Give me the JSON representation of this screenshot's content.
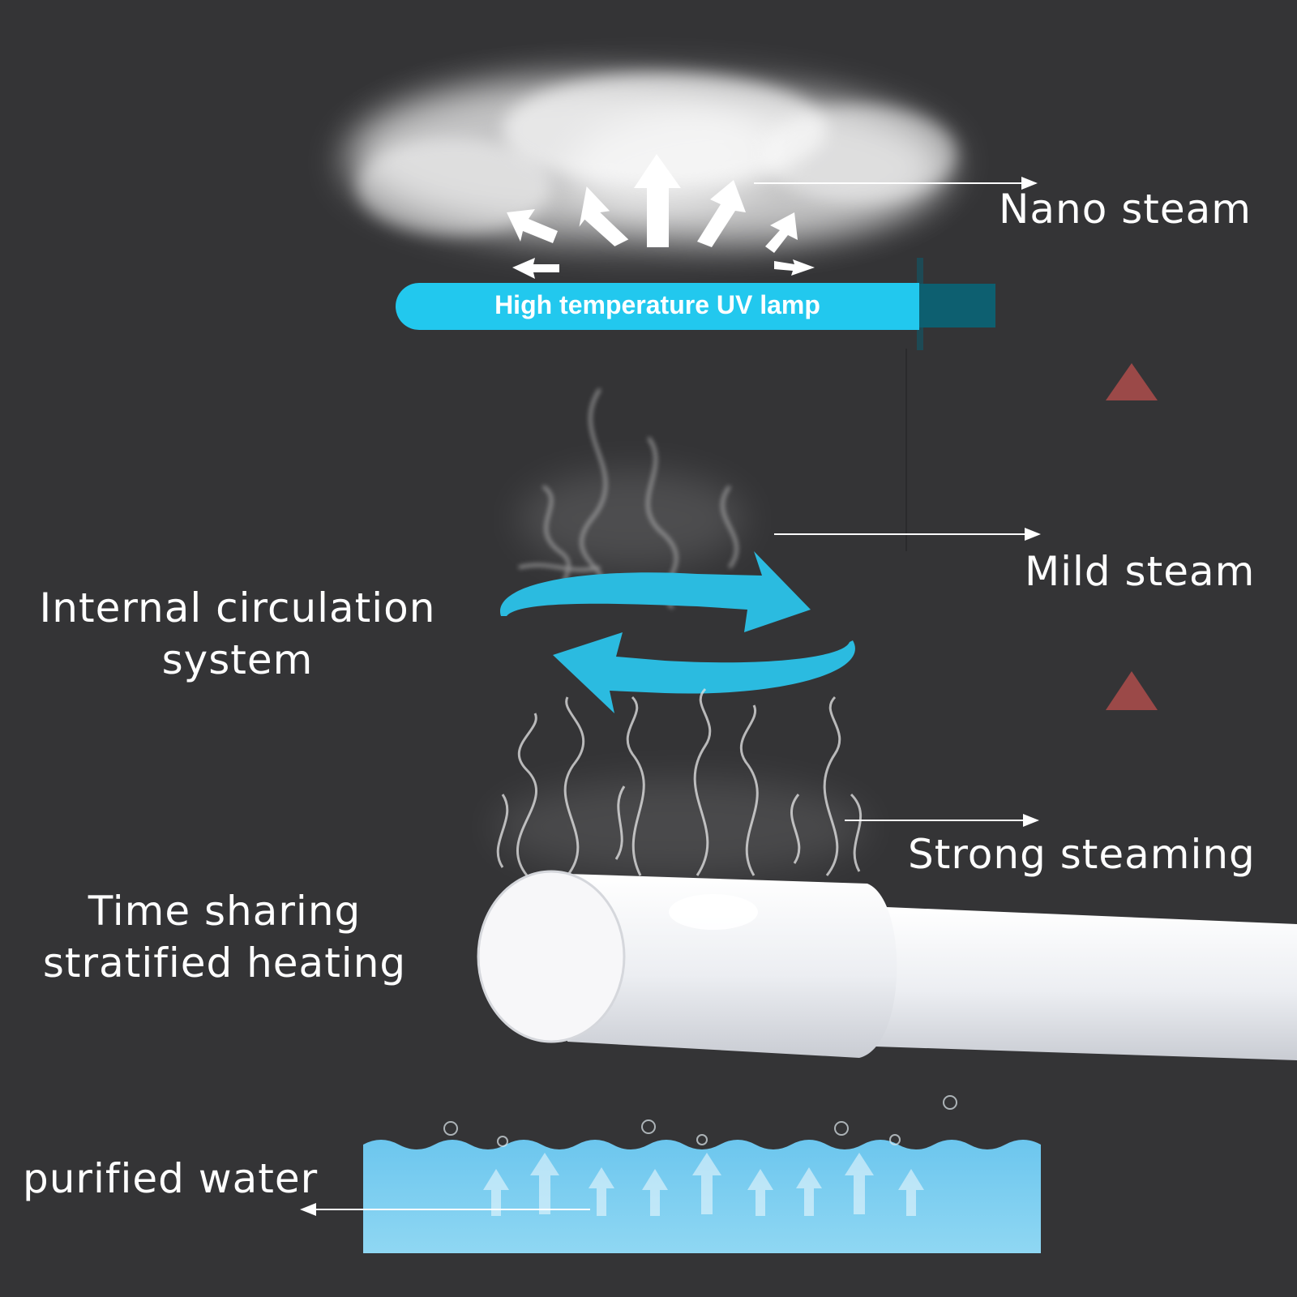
{
  "labels": {
    "nano_steam": "Nano steam",
    "uv_lamp": "High temperature UV lamp",
    "mild_steam": "Mild steam",
    "internal_circulation_line1": "Internal circulation",
    "internal_circulation_line2": "system",
    "strong_steaming": "Strong steaming",
    "time_sharing_line1": "Time sharing",
    "time_sharing_line2": "stratified heating",
    "purified_water": "purified water"
  },
  "icons": [
    "steam-cloud-icon",
    "up-arrow-icon",
    "triangle-marker-icon",
    "circulation-arrows-icon",
    "heating-tube-icon",
    "water-tank-icon"
  ],
  "colors": {
    "background": "#343436",
    "lamp_blue": "#22c8ee",
    "lamp_cap": "#0d5f70",
    "circulation_blue": "#2bbbe0",
    "water_blue": "#86d3f0",
    "marker_red": "#9b4948",
    "tube_white": "#f2f2f4"
  }
}
